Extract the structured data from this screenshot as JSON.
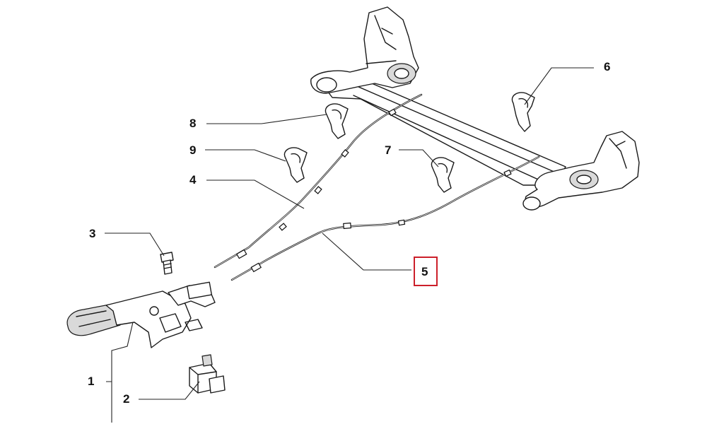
{
  "callouts": [
    {
      "id": "1",
      "label": "1",
      "highlighted": false
    },
    {
      "id": "2",
      "label": "2",
      "highlighted": false
    },
    {
      "id": "3",
      "label": "3",
      "highlighted": false
    },
    {
      "id": "4",
      "label": "4",
      "highlighted": false
    },
    {
      "id": "5",
      "label": "5",
      "highlighted": true
    },
    {
      "id": "6",
      "label": "6",
      "highlighted": false
    },
    {
      "id": "7",
      "label": "7",
      "highlighted": false
    },
    {
      "id": "8",
      "label": "8",
      "highlighted": false
    },
    {
      "id": "9",
      "label": "9",
      "highlighted": false
    }
  ],
  "colors": {
    "line": "#1a1a1a",
    "highlight": "#cc1f2a",
    "background": "#ffffff"
  }
}
